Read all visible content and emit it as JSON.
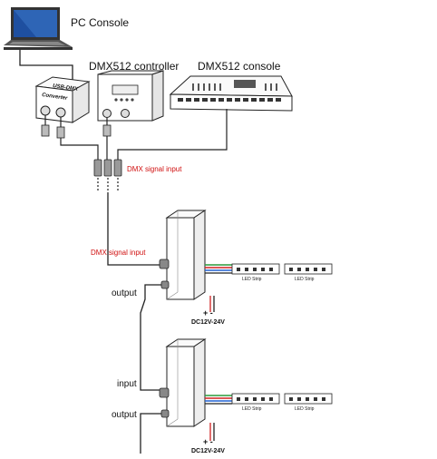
{
  "labels": {
    "pc_console": "PC  Console",
    "dmx_controller": "DMX512 controller",
    "dmx_console": "DMX512 console",
    "usb_dmx_line1": "USB-DMX",
    "usb_dmx_line2": "Converter",
    "dmx_signal_input_top": "DMX signal input",
    "dmx_signal_input_mid": "DMX signal input",
    "output_1": "output",
    "input_2": "input",
    "output_2": "output",
    "plus_minus_1": "+     -",
    "plus_minus_2": "+     -",
    "power_1": "DC12V-24V",
    "power_2": "DC12V-24V",
    "led_strip": "LED Strip"
  },
  "colors": {
    "line": "#222222",
    "signal_text": "#d01010",
    "wire_red": "#d02020",
    "wire_green": "#2a9a3a",
    "wire_blue": "#2060d0",
    "screen": "#1e4fa0"
  }
}
